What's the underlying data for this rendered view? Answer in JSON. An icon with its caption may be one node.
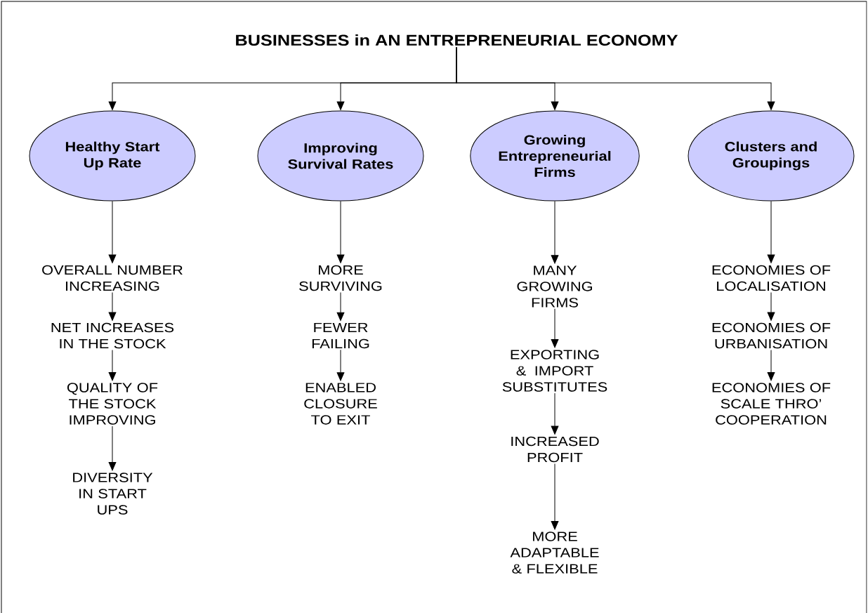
{
  "diagram": {
    "nodes": [
      {
        "text": [
          "BUSINESSES in AN ENTREPRENEURIAL ECONOMY"
        ]
      },
      {
        "text": [
          "Healthy Start Up Rate"
        ]
      },
      {
        "text": [
          "Improving Survival Rates"
        ]
      },
      {
        "text": [
          "Growing Entrepreneurial Firms"
        ]
      },
      {
        "text": [
          "Clusters and Groupings"
        ]
      },
      {
        "text": [
          "OVERALL NUMBER INCREASING"
        ]
      },
      {
        "text": [
          "NET INCREASES IN THE STOCK"
        ]
      },
      {
        "text": [
          "QUALITY OF THE STOCK IMPROVING"
        ]
      },
      {
        "text": [
          "DIVERSITY IN START UPS"
        ]
      },
      {
        "text": [
          "MORE SURVIVING"
        ]
      },
      {
        "text": [
          "FEWER FAILING"
        ]
      },
      {
        "text": [
          "ENABLED CLOSURE TO EXIT"
        ]
      },
      {
        "text": [
          "MANY GROWING FIRMS"
        ]
      },
      {
        "text": [
          "EXPORTING & IMPORT SUBSTITUTES"
        ]
      },
      {
        "text": [
          "INCREASED PROFIT"
        ]
      },
      {
        "text": [
          "MORE ADAPTABLE & FLEXIBLE"
        ]
      },
      {
        "text": [
          "ECONOMIES OF LOCALISATION"
        ]
      },
      {
        "text": [
          "ECONOMIES OF URBANISATION"
        ]
      },
      {
        "text": [
          "ECONOMIES OF SCALE THRO’ COOPERATION"
        ]
      }
    ],
    "edges": [
      {
        "from": 0,
        "to": 1,
        "arrow": "to"
      },
      {
        "from": 0,
        "to": 2,
        "arrow": "to"
      },
      {
        "from": 0,
        "to": 3,
        "arrow": "to"
      },
      {
        "from": 0,
        "to": 4,
        "arrow": "to"
      },
      {
        "from": 1,
        "to": 5,
        "arrow": "to"
      },
      {
        "from": 5,
        "to": 6,
        "arrow": "to"
      },
      {
        "from": 6,
        "to": 7,
        "arrow": "to"
      },
      {
        "from": 7,
        "to": 8,
        "arrow": "to"
      },
      {
        "from": 2,
        "to": 9,
        "arrow": "to"
      },
      {
        "from": 9,
        "to": 10,
        "arrow": "to"
      },
      {
        "from": 10,
        "to": 11,
        "arrow": "to"
      },
      {
        "from": 3,
        "to": 12,
        "arrow": "to"
      },
      {
        "from": 12,
        "to": 13,
        "arrow": "to"
      },
      {
        "from": 13,
        "to": 14,
        "arrow": "to"
      },
      {
        "from": 14,
        "to": 15,
        "arrow": "to"
      },
      {
        "from": 4,
        "to": 16,
        "arrow": "to"
      },
      {
        "from": 16,
        "to": 17,
        "arrow": "to"
      },
      {
        "from": 17,
        "to": 18,
        "arrow": "to"
      }
    ]
  }
}
